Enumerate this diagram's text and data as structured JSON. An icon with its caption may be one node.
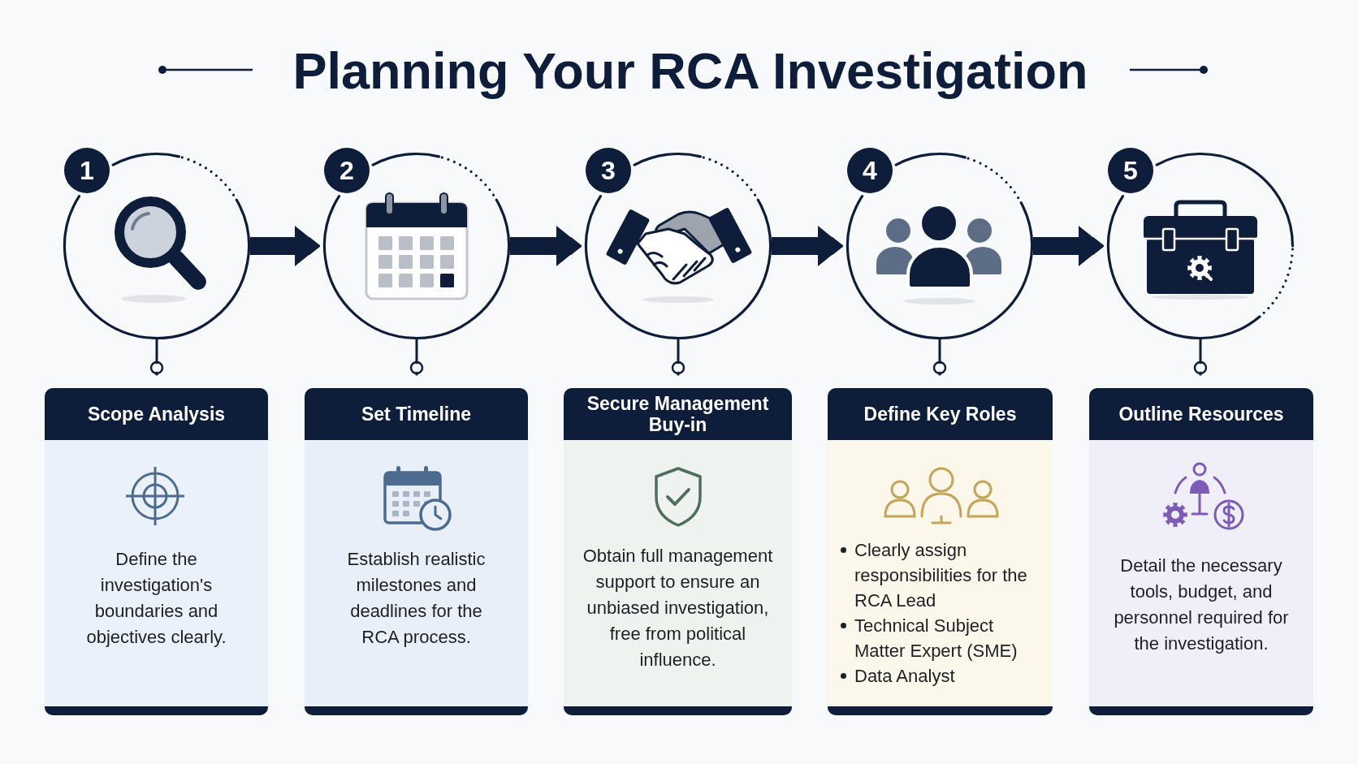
{
  "diagram": {
    "title": "Planning Your RCA Investigation",
    "nodes": [
      {
        "text": [
          "1"
        ]
      },
      {
        "text": [
          "2"
        ]
      },
      {
        "text": [
          "3"
        ]
      },
      {
        "text": [
          "4"
        ]
      },
      {
        "text": [
          "5"
        ]
      },
      {
        "text": [
          "Scope Analysis",
          "Define the investigation's boundaries and objectives clearly."
        ]
      },
      {
        "text": [
          "Set Timeline",
          "Establish realistic milestones and deadlines for the RCA process."
        ]
      },
      {
        "text": [
          "Secure Management Buy-in",
          "Obtain full management support to ensure an unbiased investigation, free from political influence."
        ]
      },
      {
        "text": [
          "Define Key Roles",
          "Clearly assign responsibilities for the RCA Lead",
          "Technical Subject Matter Expert (SME)",
          "Data Analyst"
        ]
      },
      {
        "text": [
          "Outline Resources",
          "Detail the necessary tools, budget, and personnel required for the investigation."
        ]
      }
    ],
    "edges": [
      {
        "from": 0,
        "to": 1,
        "arrow": "to",
        "style": "thick"
      },
      {
        "from": 1,
        "to": 2,
        "arrow": "to",
        "style": "thick"
      },
      {
        "from": 2,
        "to": 3,
        "arrow": "to",
        "style": "thick"
      },
      {
        "from": 3,
        "to": 4,
        "arrow": "to",
        "style": "thick"
      },
      {
        "from": 0,
        "to": 5,
        "arrow": "other"
      },
      {
        "from": 1,
        "to": 6,
        "arrow": "other"
      },
      {
        "from": 2,
        "to": 7,
        "arrow": "other"
      },
      {
        "from": 3,
        "to": 8,
        "arrow": "other"
      },
      {
        "from": 4,
        "to": 9,
        "arrow": "other"
      }
    ]
  }
}
